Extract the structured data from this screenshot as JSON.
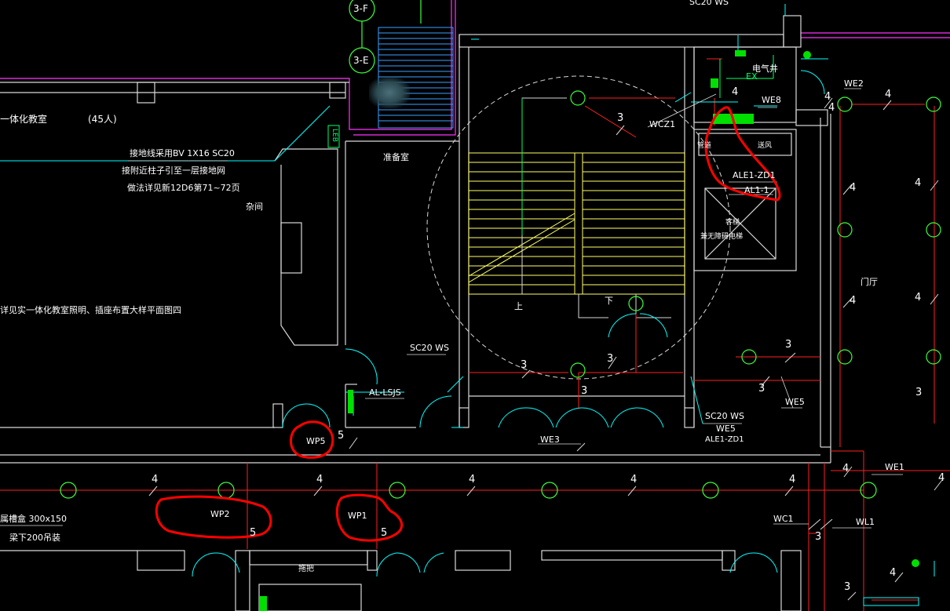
{
  "colors": {
    "background": "#000000",
    "wall": "#d9d9d9",
    "cyan": "#00ffff",
    "red_wire": "#ff2020",
    "green": "#00ff00",
    "yellow": "#ffff66",
    "blue_stair": "#3aa0ff",
    "magenta": "#ff33ff",
    "markup_red": "#ff0000"
  },
  "grid_bubbles": {
    "b1": "3-F",
    "b2": "3-E"
  },
  "texts": {
    "classroom": "一体化教室",
    "capacity": "(45人)",
    "ground_1": "接地线采用BV 1X16  SC20",
    "ground_2": "接附近柱子引至一层接地网",
    "ground_3": "做法详见新12D6第71~72页",
    "storage": "杂间",
    "prep_room": "准备室",
    "note_left": "详见实一体化教室照明、插座布置大样平面图四",
    "leb": "LEB",
    "electric_shaft": "电气井",
    "ex": "EX",
    "we8": "WE8",
    "wcz1": "WCZ1",
    "sc20_ws_top": "SC20  WS",
    "send_air": "送风",
    "pipe": "管道",
    "ale1_zd1": "ALE1-ZD1",
    "al1_1": "AL1-1",
    "elevator_1": "客梯",
    "elevator_2": "兼无障碍电梯",
    "hall": "门厅",
    "up": "上",
    "down": "下",
    "we2": "WE2",
    "sc20_ws_mid": "SC20  WS",
    "al_lsjs": "AL-LSJS",
    "sc20_ws_right": "SC20  WS",
    "we5_right": "WE5",
    "ale1_zd1_b": "ALE1-ZD1",
    "we5_far": "WE5",
    "we3": "WE3",
    "wp5": "WP5",
    "wp2": "WP2",
    "wp1": "WP1",
    "wc1": "WC1",
    "wl1": "WL1",
    "we1": "WE1",
    "tray_1": "属槽盒 300x150",
    "tray_2": "梁下200吊装",
    "toilet": "拖把",
    "n_3a": "3",
    "n_3b": "3",
    "n_3c": "3",
    "n_3d": "3",
    "n_3e": "3",
    "n_3f": "3",
    "n_3g": "3",
    "n_3h": "3",
    "n_3i": "3",
    "n_4a": "4",
    "n_4b": "4",
    "n_4c": "4",
    "n_4d": "4",
    "n_4e": "4",
    "n_4f": "4",
    "n_4g": "4",
    "n_4h": "4",
    "n_4i": "4",
    "n_4j": "4",
    "n_4k": "4",
    "n_4l": "4",
    "n_4m": "4",
    "n_4n": "4",
    "n_4o": "4",
    "n_4p": "4",
    "n_5a": "5",
    "n_5b": "5",
    "n_5c": "5"
  }
}
